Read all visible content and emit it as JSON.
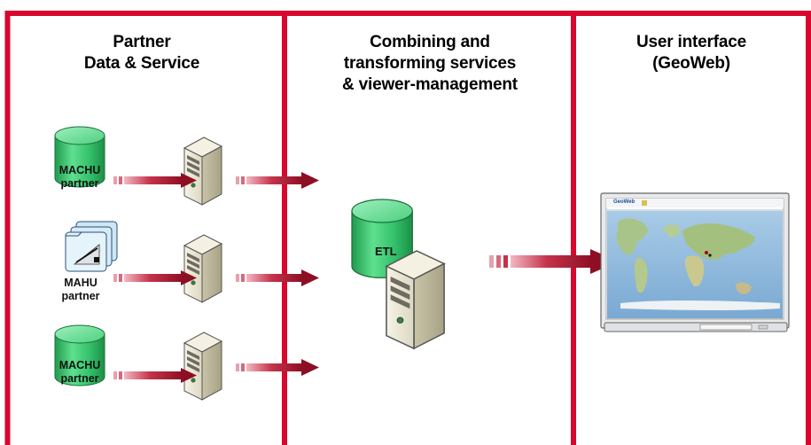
{
  "columns": [
    {
      "title_lines": [
        "Partner",
        "Data & Service"
      ]
    },
    {
      "title_lines": [
        "Combining and",
        "transforming services",
        "& viewer-management"
      ]
    },
    {
      "title_lines": [
        "User interface",
        "(GeoWeb)"
      ]
    }
  ],
  "partners": {
    "db_top_lines": [
      "MACHU",
      "partner"
    ],
    "mahu_lines": [
      "MAHU",
      "partner"
    ],
    "db_bottom_lines": [
      "MACHU",
      "partner"
    ]
  },
  "etl_label": "ETL",
  "geoweb_logo": "GeoWeb",
  "colors": {
    "divider": "#d9072d",
    "arrow": "#9b1227",
    "db_green": "#33c06a",
    "server_beige": "#ece8d6"
  }
}
